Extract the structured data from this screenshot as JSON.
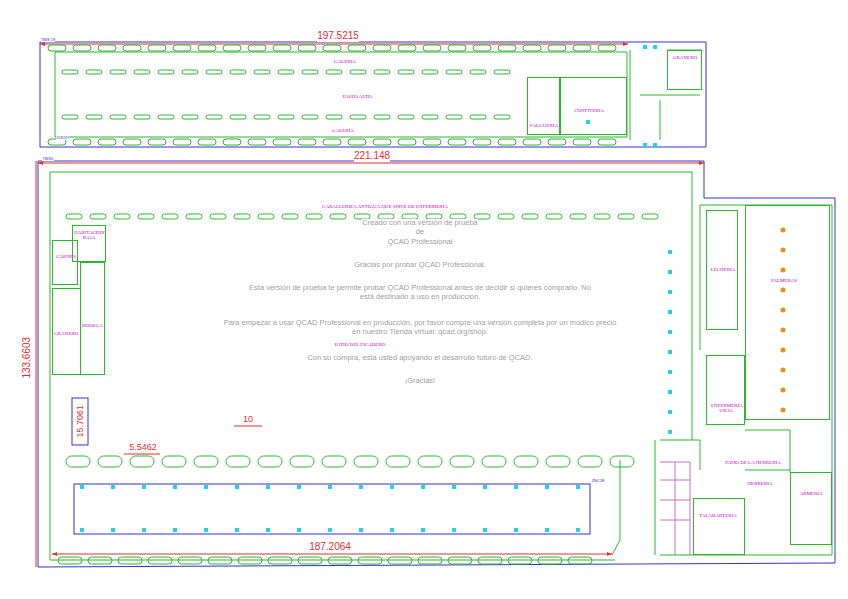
{
  "diagram": {
    "nodes": [
      {
        "text": [
          "FALGUERIA"
        ]
      },
      {
        "text": [
          "CONFITERIA"
        ]
      },
      {
        "text": [
          "GRANERO"
        ]
      },
      {
        "text": [
          "HABITACION BAJA"
        ]
      },
      {
        "text": [
          "CARNES"
        ]
      },
      {
        "text": [
          "GRANERO"
        ]
      },
      {
        "text": [
          "BODEGA"
        ]
      },
      {
        "text": [
          "LECHERIA"
        ]
      },
      {
        "text": [
          "PALMERAS"
        ]
      },
      {
        "text": [
          "ENFERMERIA VIEJA"
        ]
      },
      {
        "text": [
          "TALABARTERIA"
        ]
      },
      {
        "text": [
          "ARMERIA"
        ]
      }
    ],
    "labels": [
      "197.5215",
      "GALERIA",
      "PASEO ALTO",
      "GALERIA",
      "TBIS 19",
      "DIS19",
      "221.148",
      "TBIS5",
      "CABALLERIZA ANTIGUA QUE SIRVE DE ENFERMERIA",
      "Creado con una versión de prueba",
      "de",
      "QCAD Professional",
      "Gracias por probar QCAD Professional.",
      "Esta versión de prueba te permite probar QCAD Professional antes de decidir si quieres comprarlo. No está destinado a uso en producción.",
      "Para empezar a usar QCAD Professional en producción, por favor compre una versión completa por un módico precio en nuestro Tienda virtual: qcad.org/shop.",
      "Con su compra, está usted apoyando el desarrollo futuro de QCAD.",
      "¡Gracias!",
      "PATIO DEL PICADERO",
      "133.6603",
      "15.7061",
      "10",
      "5.5462",
      "PATIO DE LA HERRERIA",
      "HERRERIA",
      "ZNC28",
      "187.2064"
    ]
  }
}
